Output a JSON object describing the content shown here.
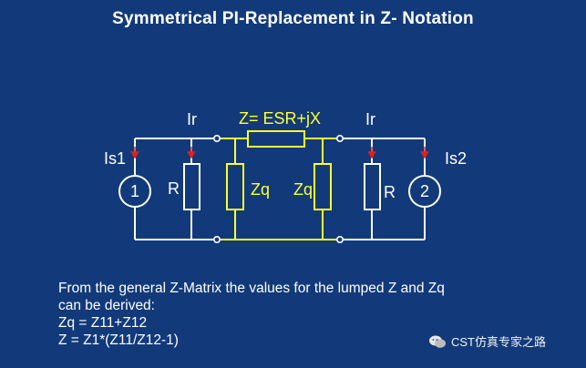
{
  "title": "Symmetrical PI-Replacement in Z- Notation",
  "diagram": {
    "series_impedance": "Z= ESR+jX",
    "shunt_left": "Zq",
    "shunt_right": "Zq",
    "current_left": "Ir",
    "current_right": "Ir",
    "source_left_label": "Is1",
    "source_right_label": "Is2",
    "port_left": "1",
    "port_right": "2",
    "resistor_left": "R",
    "resistor_right": "R",
    "colors": {
      "background": "#123a7a",
      "wire": "#ffffff",
      "highlight": "#ffff33",
      "arrow": "#e02020"
    }
  },
  "description": {
    "line1": "From the general Z-Matrix the values for the lumped Z and Zq",
    "line2": "can be derived:",
    "line3": "Zq = Z11+Z12",
    "line4": "Z = Z1*(Z11/Z12-1)"
  },
  "watermark": "CST仿真专家之路"
}
